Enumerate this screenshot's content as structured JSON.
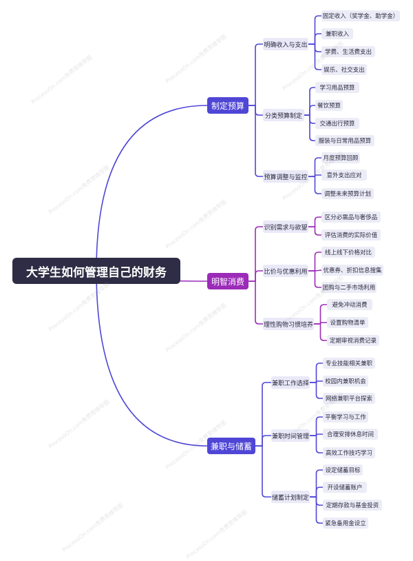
{
  "root": {
    "label": "大学生如何管理自己的财务"
  },
  "branches": [
    {
      "label": "制定预算",
      "color": "#4f46d6",
      "children": [
        {
          "label": "明确收入与支出",
          "items": [
            "固定收入（奖学金、助学金）",
            "兼职收入",
            "学费、生活费支出",
            "娱乐、社交支出"
          ]
        },
        {
          "label": "分类预算制定",
          "items": [
            "学习用品预算",
            "餐饮预算",
            "交通出行预算",
            "服装与日常用品预算"
          ]
        },
        {
          "label": "预算调整与监控",
          "items": [
            "月度预算回顾",
            "意外支出应对",
            "调整未来预算计划"
          ]
        }
      ]
    },
    {
      "label": "明智消费",
      "color": "#9b2bb8",
      "children": [
        {
          "label": "识别需求与欲望",
          "items": [
            "区分必需品与奢侈品",
            "评估消费的实际价值"
          ]
        },
        {
          "label": "比价与优惠利用",
          "items": [
            "线上线下价格对比",
            "优惠券、折扣信息搜集",
            "团购与二手市场利用"
          ]
        },
        {
          "label": "理性购物习惯培养",
          "items": [
            "避免冲动消费",
            "设置购物清单",
            "定期审视消费记录"
          ]
        }
      ]
    },
    {
      "label": "兼职与储蓄",
      "color": "#4f46d6",
      "children": [
        {
          "label": "兼职工作选择",
          "items": [
            "专业技能相关兼职",
            "校园内兼职机会",
            "网络兼职平台探索"
          ]
        },
        {
          "label": "兼职时间管理",
          "items": [
            "平衡学习与工作",
            "合理安排休息时间",
            "高效工作技巧学习"
          ]
        },
        {
          "label": "储蓄计划制定",
          "items": [
            "设定储蓄目标",
            "开设储蓄账户",
            "定期存款与基金投资",
            "紧急备用金设立"
          ]
        }
      ]
    }
  ],
  "watermark": "ProcessOn.com免费思维导图"
}
